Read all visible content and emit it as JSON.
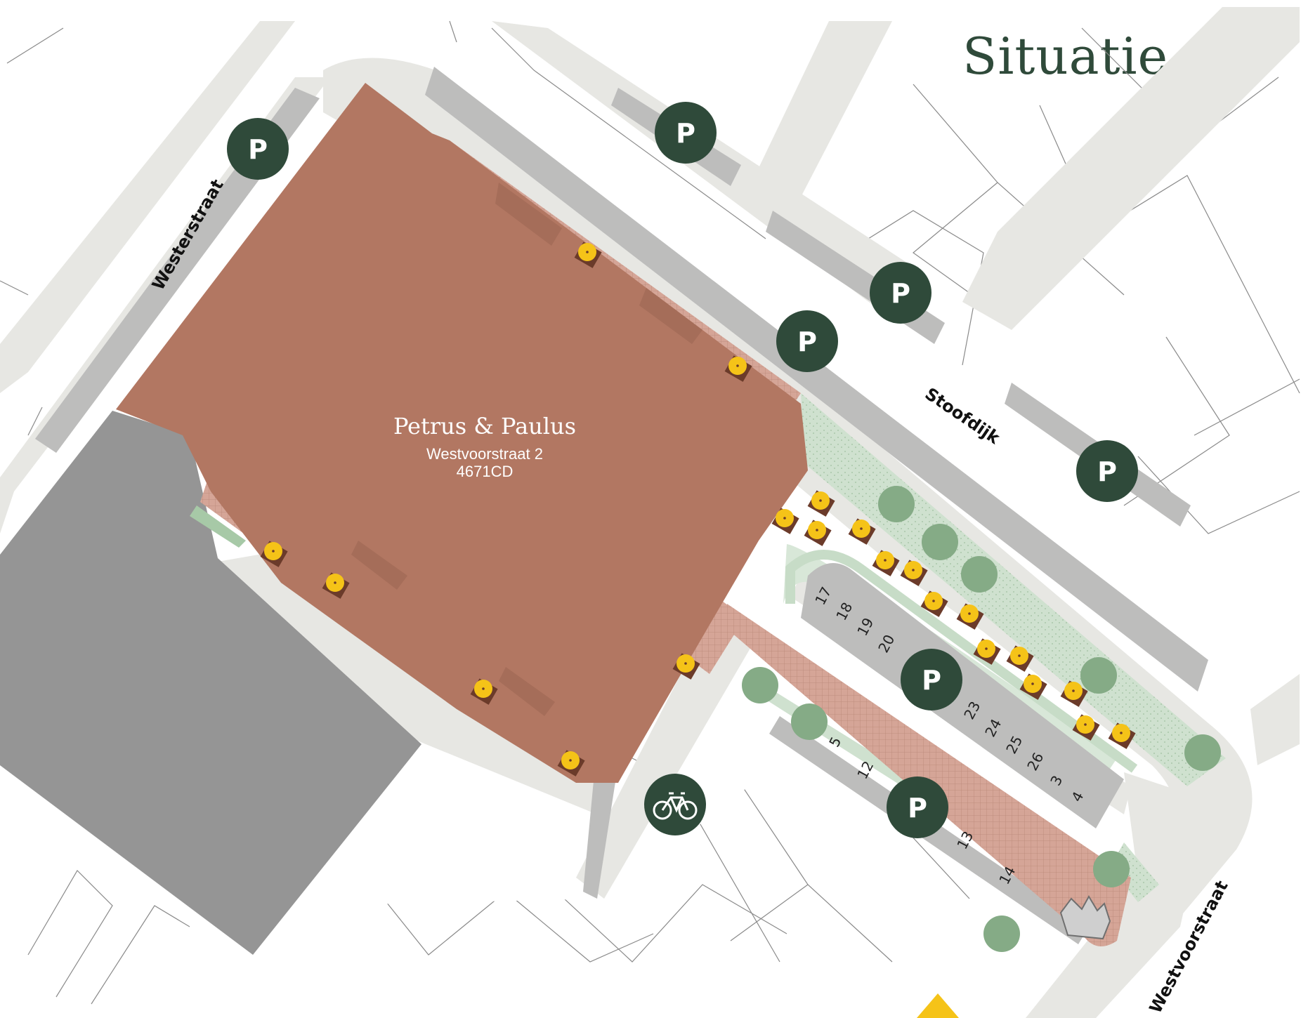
{
  "title": "Situatie",
  "building": {
    "name": "Petrus & Paulus",
    "address": "Westvoorstraat 2",
    "postcode": "4671CD"
  },
  "streets": {
    "westerstraat": "Westerstraat",
    "stoofdijk": "Stoofdijk",
    "westvoorstraat": "Westvoorstraat"
  },
  "parking_symbol": "P",
  "parking_spots": [
    "17",
    "18",
    "19",
    "20",
    "23",
    "24",
    "25",
    "26",
    "3",
    "4",
    "5",
    "12",
    "13",
    "14"
  ],
  "icons": {
    "parking": "parking-icon",
    "bicycle": "bicycle-icon",
    "umbrella": "terrace-umbrella-icon",
    "tree": "tree-icon"
  },
  "colors": {
    "building": "#b27762",
    "terrace": "#d5a597",
    "parking_badge": "#2f4a3a",
    "umbrella": "#f5c318",
    "tree": "#85ab86",
    "green_strip": "#cfe1cf",
    "street": "#e7e7e3",
    "parking_lane": "#bdbdbc",
    "neighbour_building": "#959595"
  }
}
